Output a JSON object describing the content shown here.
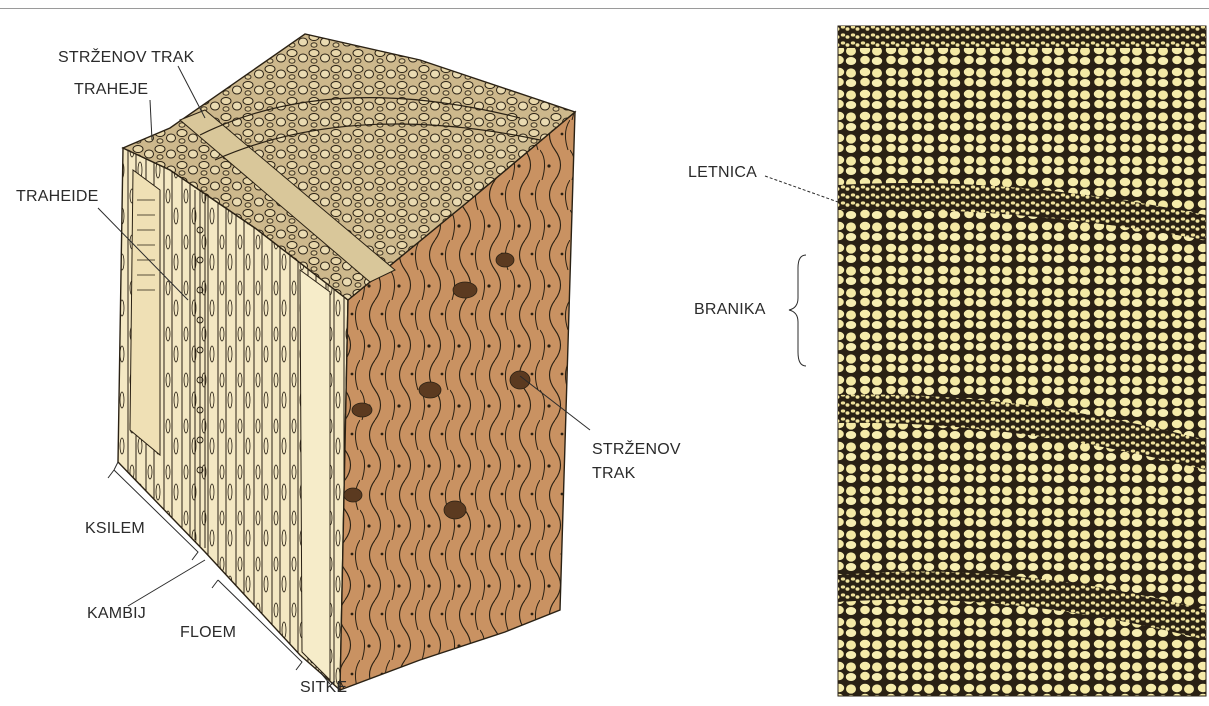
{
  "labels": {
    "strzenov_trak_top": "STRŽENOV TRAK",
    "traheje": "TRAHEJE",
    "traheide": "TRAHEIDE",
    "strzenov_trak_right_line1": "STRŽENOV",
    "strzenov_trak_right_line2": "TRAK",
    "ksilem": "KSILEM",
    "kambij": "KAMBIJ",
    "floem": "FLOEM",
    "sitke": "SITKE",
    "letnica": "LETNICA",
    "branika": "BRANIKA"
  },
  "colors": {
    "paper": "#ffffff",
    "ink": "#2b2b2b",
    "top_face": "#c9b48a",
    "front_face": "#f3e6bd",
    "side_face": "#c98f5c",
    "micro_bg": "#f4e9a4",
    "cell_line": "#2a2114"
  }
}
